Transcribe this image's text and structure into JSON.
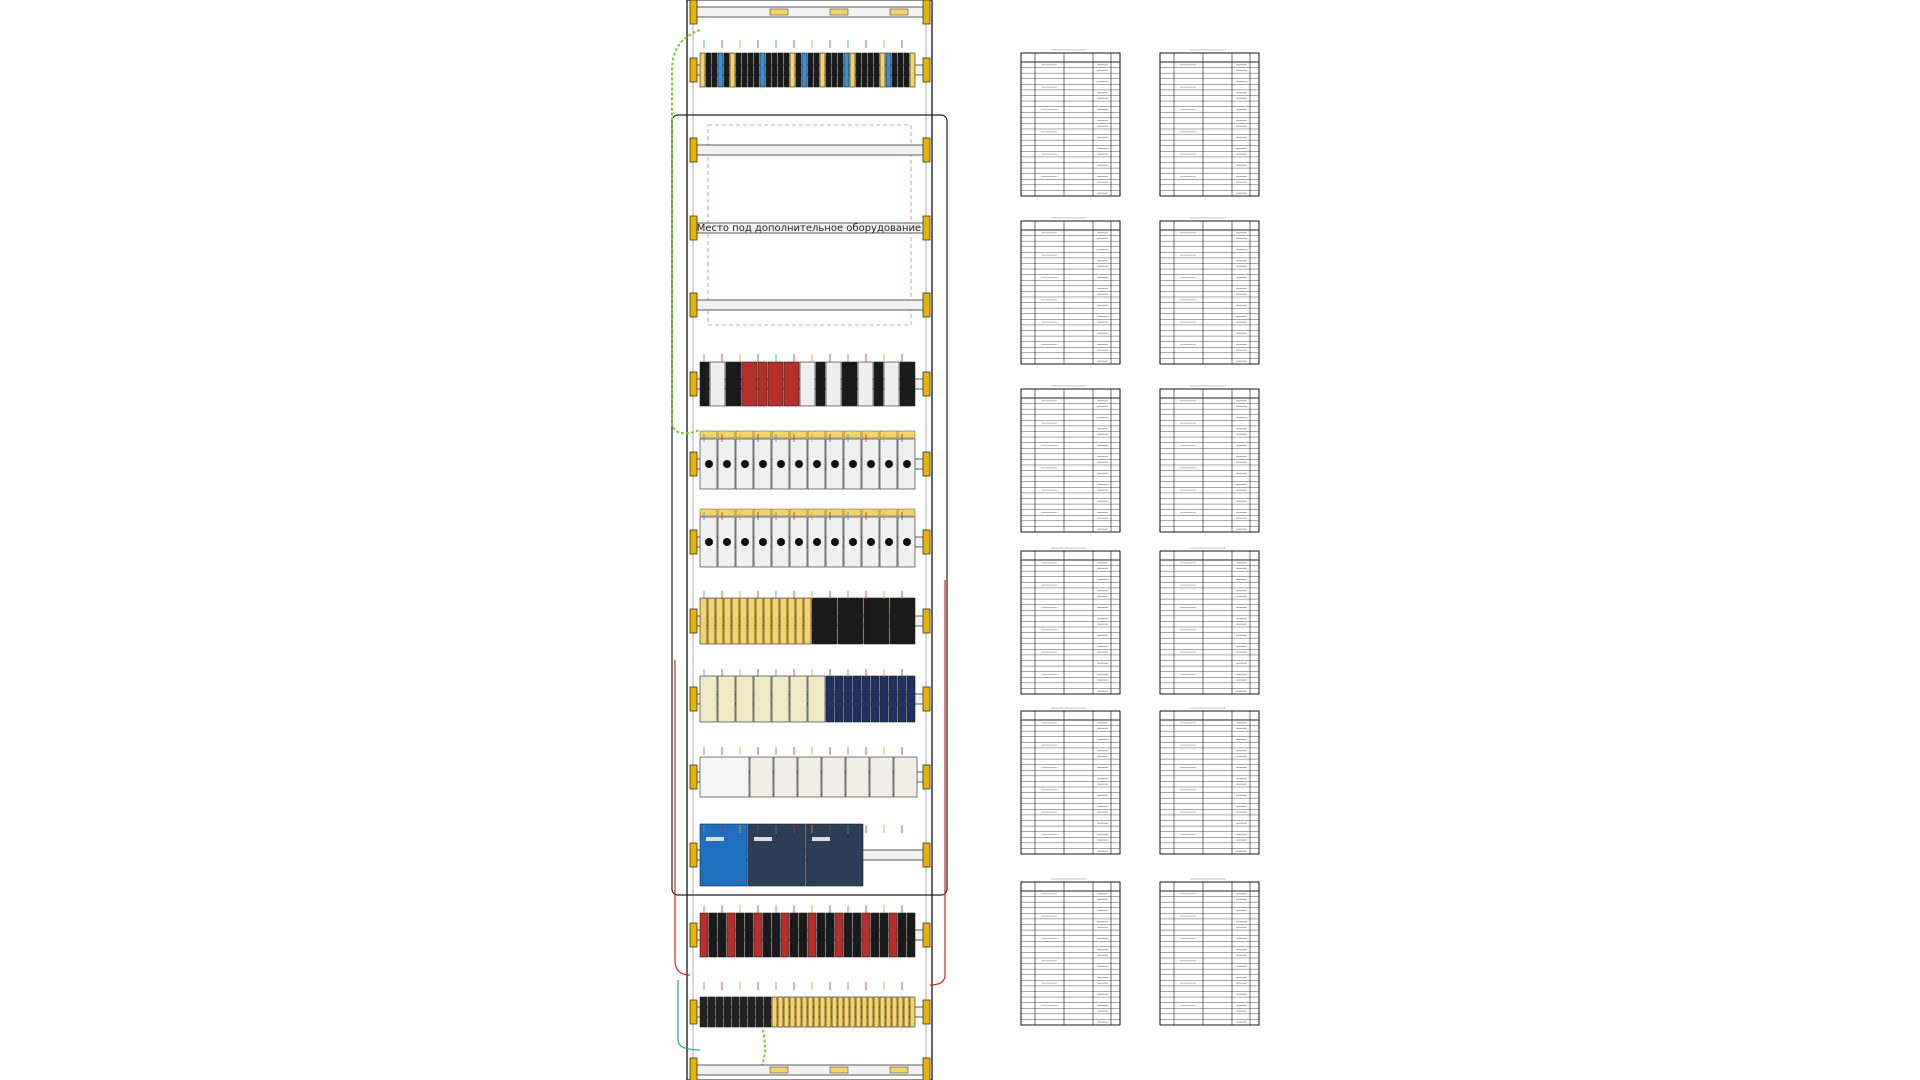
{
  "drawing": {
    "reserved_area_label": "Место под дополнительное оборудование",
    "table_count": 12,
    "table_rows": 24
  },
  "colors": {
    "rail": "#f2f2f2",
    "clamp": "#e8b400",
    "device_dark": "#1a1a1a",
    "terminal_yellow": "#f5d36a",
    "breaker_red": "#b5302a",
    "psu_blue": "#1f6fc0",
    "psu_navy": "#2c3e55",
    "wire_green": "#7ccd3c",
    "wire_red": "#cc2a1a",
    "wire_blue": "#3a8fd0",
    "reserved_dash": "#e08080"
  }
}
